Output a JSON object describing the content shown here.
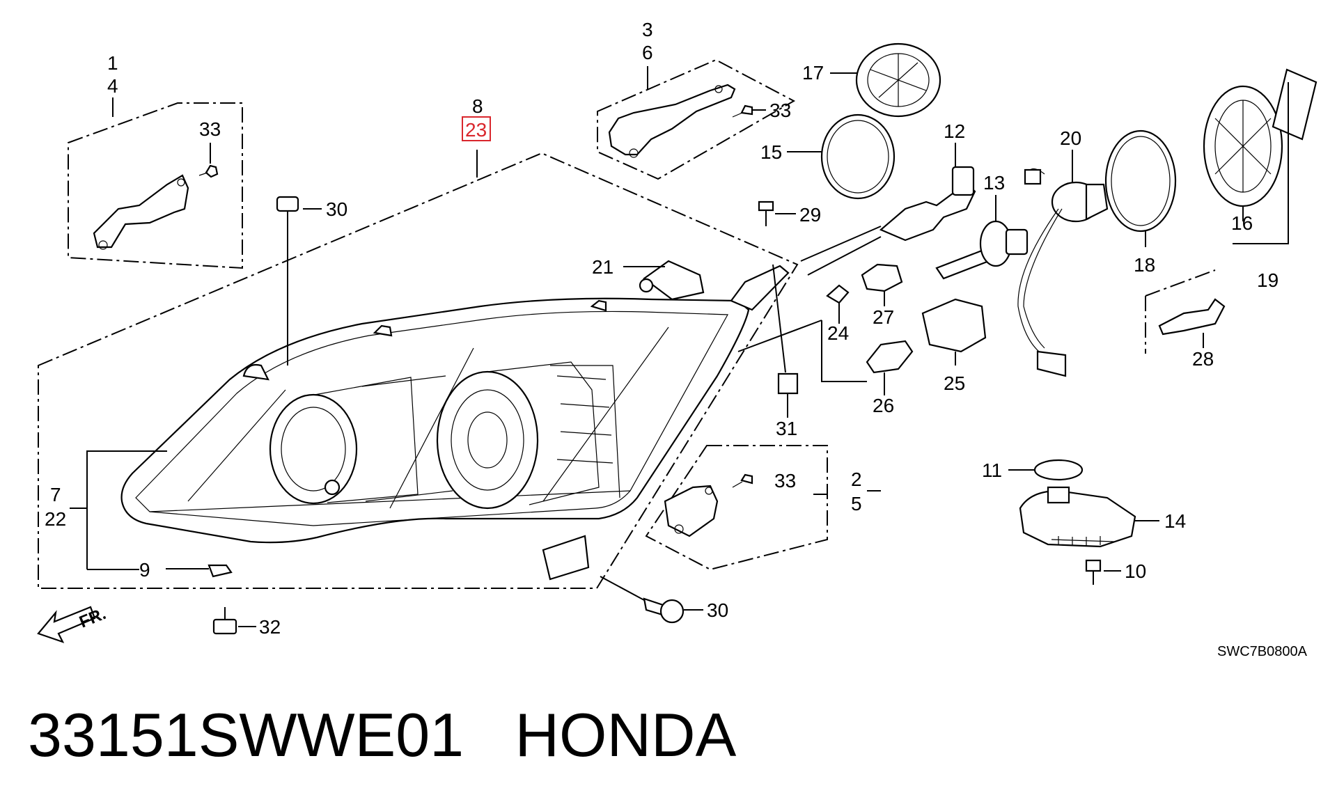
{
  "diagram": {
    "callouts": [
      "1",
      "4",
      "33",
      "3",
      "6",
      "33",
      "8",
      "23",
      "30",
      "17",
      "15",
      "12",
      "29",
      "13",
      "20",
      "16",
      "18",
      "19",
      "21",
      "24",
      "27",
      "26",
      "25",
      "31",
      "28",
      "7",
      "22",
      "9",
      "2",
      "5",
      "33",
      "11",
      "14",
      "10",
      "30",
      "32"
    ],
    "highlight_color": "#d9262c",
    "fr_label": "FR.",
    "drawing_code": "SWC7B0800A"
  },
  "footer": {
    "part_number": "33151SWWE01",
    "brand": "HONDA"
  }
}
